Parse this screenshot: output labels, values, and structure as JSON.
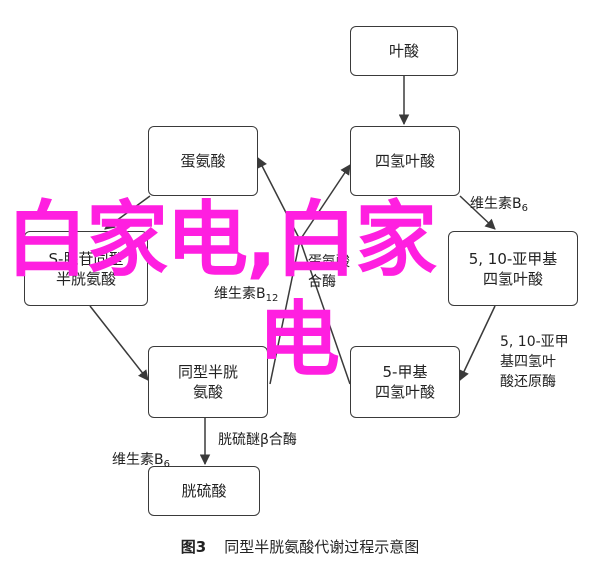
{
  "nodes": {
    "folate": "叶酸",
    "serine": "蛋氨酸",
    "thf": "四氢叶酸",
    "sam": "S-腺苷同型\n半胱氨酸",
    "methylene_thf": "5, 10-亚甲基\n四氢叶酸",
    "homocysteine": "同型半胱\n氨酸",
    "methyl_thf": "5-甲基\n四氢叶酸",
    "cystathionine": "胱硫酸"
  },
  "labels": {
    "b6_top": "维生素B",
    "b6_top_sub": "6",
    "b12_mid": "维生素B",
    "b12_mid_sub": "12",
    "mid_enzyme": "蛋氨酸\n合酶",
    "mthfr": "5, 10-亚甲\n基四氢叶\n酸还原酶",
    "b6_bottom": "维生素B",
    "b6_bottom_sub": "6",
    "cbs": "胱硫醚β合酶"
  },
  "caption": {
    "figure": "图3",
    "text": "同型半胱氨酸代谢过程示意图"
  },
  "watermark": {
    "line1": "白家电,白家",
    "line2": "电",
    "color": "#ff1fe0"
  }
}
